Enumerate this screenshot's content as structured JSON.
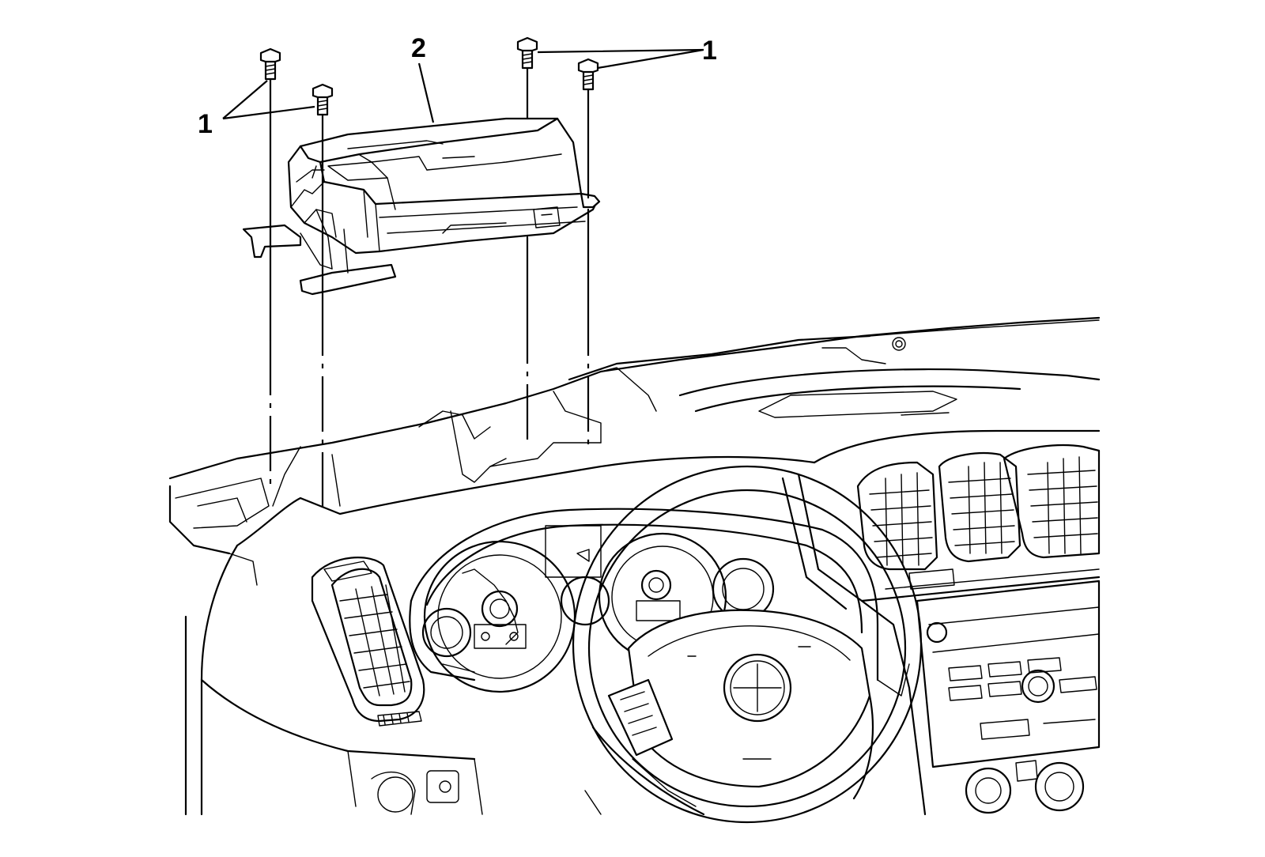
{
  "callouts": [
    {
      "id": "fasteners-left",
      "text": "1"
    },
    {
      "id": "module",
      "text": "2"
    },
    {
      "id": "fasteners-right",
      "text": "1"
    }
  ]
}
